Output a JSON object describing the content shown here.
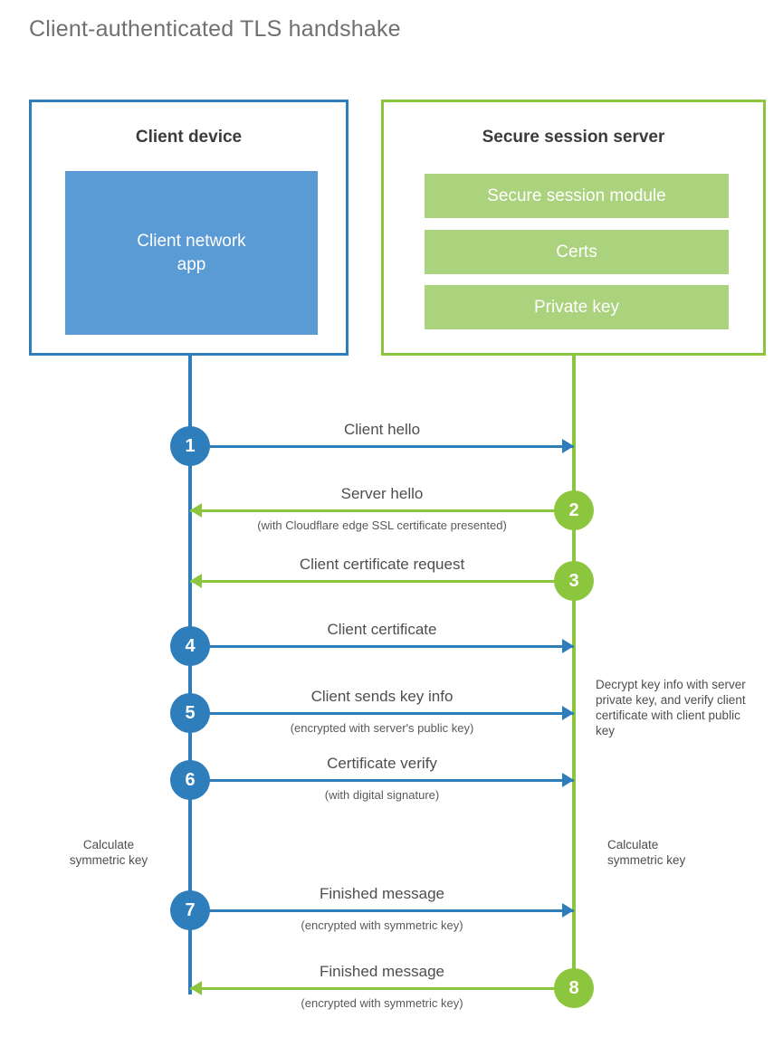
{
  "title": "Client-authenticated TLS handshake",
  "colors": {
    "client_blue": "#2e7ebb",
    "client_app_blue": "#5b9bd5",
    "server_green": "#8cc63e",
    "server_bar_green": "#abd27d",
    "title_gray": "#6f7072",
    "text_gray": "#4d4e51"
  },
  "client": {
    "title": "Client device",
    "app_label": "Client network\napp"
  },
  "server": {
    "title": "Secure session server",
    "components": [
      "Secure session module",
      "Certs",
      "Private key"
    ]
  },
  "steps": [
    {
      "number": "1",
      "label": "Client hello",
      "sub": "",
      "direction": "client-to-server",
      "color": "blue"
    },
    {
      "number": "2",
      "label": "Server hello",
      "sub": "(with Cloudflare edge SSL certificate presented)",
      "direction": "server-to-client",
      "color": "green"
    },
    {
      "number": "3",
      "label": "Client certificate request",
      "sub": "",
      "direction": "server-to-client",
      "color": "green"
    },
    {
      "number": "4",
      "label": "Client certificate",
      "sub": "",
      "direction": "client-to-server",
      "color": "blue"
    },
    {
      "number": "5",
      "label": "Client sends key info",
      "sub": "(encrypted with server's public key)",
      "direction": "client-to-server",
      "color": "blue"
    },
    {
      "number": "6",
      "label": "Certificate verify",
      "sub": "(with digital signature)",
      "direction": "client-to-server",
      "color": "blue"
    },
    {
      "number": "7",
      "label": "Finished message",
      "sub": "(encrypted with symmetric key)",
      "direction": "client-to-server",
      "color": "blue"
    },
    {
      "number": "8",
      "label": "Finished message",
      "sub": "(encrypted with symmetric key)",
      "direction": "server-to-client",
      "color": "green"
    }
  ],
  "notes": {
    "server_decrypt": "Decrypt key info with server private key, and verify client certificate with client public key",
    "client_calculate": "Calculate\nsymmetric key",
    "server_calculate": "Calculate\nsymmetric key"
  }
}
